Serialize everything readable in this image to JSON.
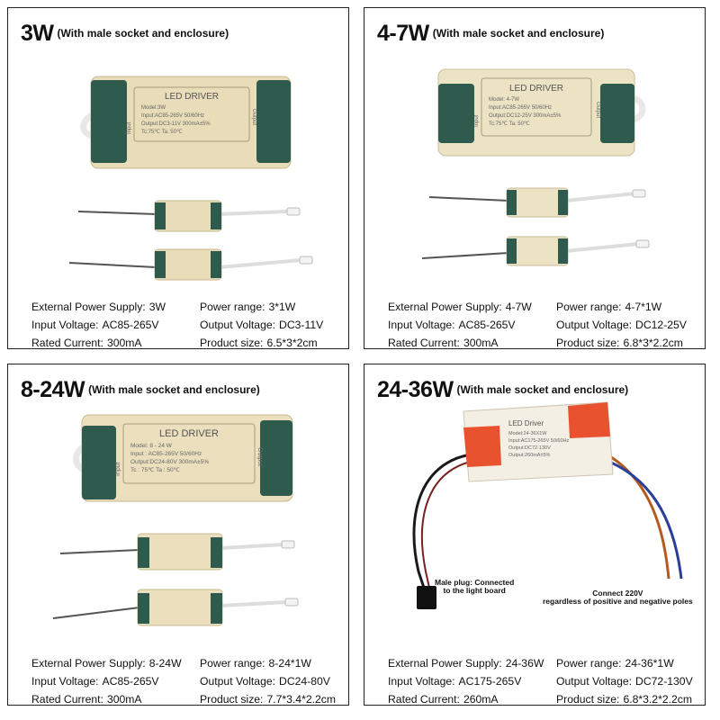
{
  "panels": [
    {
      "wattage": "3W",
      "subtitle": "(With male socket and enclosure)",
      "label": {
        "title": "LED DRIVER",
        "model": "Model:3W",
        "input": "Input:AC85-265V  50/60Hz",
        "output": "Output:DC3-11V  300mA±5%",
        "temp": "Tc:75℃  Ta: 50℃",
        "side_left": "Input",
        "side_right": "Output"
      },
      "specs": [
        [
          {
            "k": "External Power Supply:",
            "v": "3W"
          },
          {
            "k": "Power range:",
            "v": "3*1W"
          }
        ],
        [
          {
            "k": "Input Voltage:",
            "v": "AC85-265V"
          },
          {
            "k": "Output Voltage:",
            "v": "DC3-11V"
          }
        ],
        [
          {
            "k": "Rated Current:",
            "v": "300mA"
          },
          {
            "k": "Product size:",
            "v": "6.5*3*2cm"
          }
        ]
      ]
    },
    {
      "wattage": "4-7W",
      "subtitle": "(With male socket and enclosure)",
      "label": {
        "title": "LED DRIVER",
        "model": "Model: 4-7W",
        "input": "Input:AC85-265V  50/60Hz",
        "output": "Output:DC12-25V 300mA±5%",
        "temp": "Tc:75℃  Ta: 50℃",
        "side_left": "Input",
        "side_right": "Output"
      },
      "specs": [
        [
          {
            "k": "External Power Supply:",
            "v": "4-7W"
          },
          {
            "k": "Power range:",
            "v": "4-7*1W"
          }
        ],
        [
          {
            "k": "Input Voltage:",
            "v": "AC85-265V"
          },
          {
            "k": "Output Voltage:",
            "v": "DC12-25V"
          }
        ],
        [
          {
            "k": "Rated Current:",
            "v": "300mA"
          },
          {
            "k": "Product size:",
            "v": "6.8*3*2.2cm"
          }
        ]
      ]
    },
    {
      "wattage": "8-24W",
      "subtitle": "(With male socket and enclosure)",
      "label": {
        "title": "LED DRIVER",
        "model": "Model: 8 - 24 W",
        "input": "Input : AC85-265V  50/60Hz",
        "output": "Output:DC24-80V  300mA±5%",
        "temp": "Tc : 75℃   Ta : 50℃",
        "side_left": "Input",
        "side_right": "Output"
      },
      "specs": [
        [
          {
            "k": "External Power Supply:",
            "v": "8-24W"
          },
          {
            "k": "Power range:",
            "v": "8-24*1W"
          }
        ],
        [
          {
            "k": "Input Voltage:",
            "v": "AC85-265V"
          },
          {
            "k": "Output Voltage:",
            "v": "DC24-80V"
          }
        ],
        [
          {
            "k": "Rated Current:",
            "v": "300mA"
          },
          {
            "k": "Product size:",
            "v": "7.7*3.4*2.2cm"
          }
        ]
      ]
    },
    {
      "wattage": "24-36W",
      "subtitle": "(With male socket and enclosure)",
      "label": {
        "title": "LED Driver",
        "model": "Model:24-36X1W",
        "input": "Input:AC175-265V 50/60Hz",
        "output": "Output:DC72-130V",
        "current": "Output:260mA±5%"
      },
      "specs": [
        [
          {
            "k": "External Power Supply:",
            "v": "24-36W"
          },
          {
            "k": "Power range:",
            "v": "24-36*1W"
          }
        ],
        [
          {
            "k": "Input Voltage:",
            "v": "AC175-265V"
          },
          {
            "k": "Output Voltage:",
            "v": "DC72-130V"
          }
        ],
        [
          {
            "k": "Rated Current:",
            "v": "260mA"
          },
          {
            "k": "Product size:",
            "v": "6.8*3.2*2.2cm"
          }
        ]
      ],
      "notes": {
        "male_plug_1": "Male plug: Connected",
        "male_plug_2": "to the light board",
        "connect_1": "Connect 220V",
        "connect_2": "regardless of positive and negative poles"
      }
    }
  ]
}
